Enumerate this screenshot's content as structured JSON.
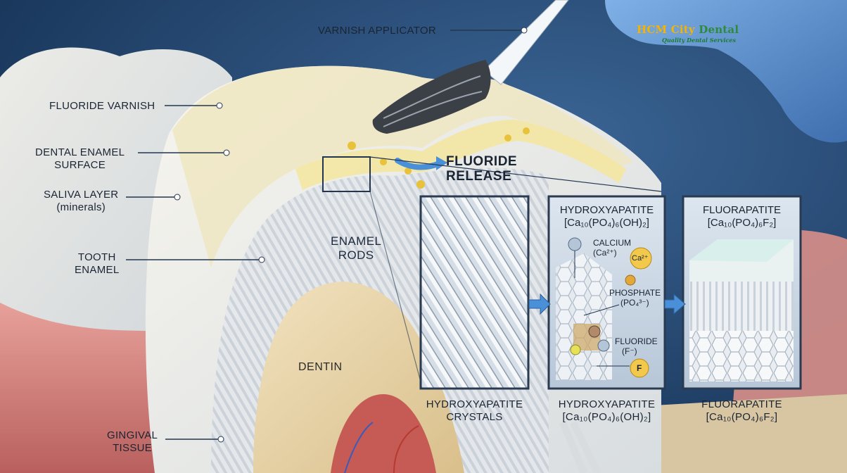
{
  "brand": {
    "name_a": "HCM City",
    "name_b": " Dental",
    "tagline": "Quality Dental Services"
  },
  "labels": {
    "varnish_applicator": "VARNISH APPLICATOR",
    "fluoride_varnish": "FLUORIDE VARNISH",
    "dental_enamel_surface_1": "DENTAL ENAMEL",
    "dental_enamel_surface_2": "SURFACE",
    "saliva_layer_1": "SALIVA LAYER",
    "saliva_layer_2": "(minerals)",
    "tooth_enamel_1": "TOOTH",
    "tooth_enamel_2": "ENAMEL",
    "gingival_1": "GINGIVAL",
    "gingival_2": "TISSUE",
    "fluoride_release_1": "FLUORIDE",
    "fluoride_release_2": "RELEASE",
    "enamel_rods_1": "ENAMEL",
    "enamel_rods_2": "RODS",
    "dentin": "DENTIN"
  },
  "panels": {
    "hydroxy_title": "HYDROXYAPATITE",
    "hydroxy_formula": "[Ca₁₀(PO₄)₆(OH)₂]",
    "fluor_title": "FLUORAPATITE",
    "fluor_formula": "[Ca₁₀(PO₄)₆F₂]",
    "calcium_1": "CALCIUM",
    "calcium_2": "(Ca²⁺)",
    "ca_badge": "Ca²⁺",
    "phosphate_1": "PHOSPHATE",
    "phosphate_2": "(PO₄³⁻)",
    "fluoride_1": "FLUORIDE",
    "fluoride_2": "(F⁻)",
    "f_badge": "F"
  },
  "captions": {
    "crystals_1": "HYDROXYAPATITE",
    "crystals_2": "CRYSTALS",
    "hydroxy_1": "HYDROXYAPATITE",
    "hydroxy_2": "[Ca₁₀(PO₄)₆(OH)₂]",
    "fluor_1": "FLUORAPATITE",
    "fluor_2": "[Ca₁₀(PO₄)₆F₂]"
  },
  "colors": {
    "background": "#1d3b63",
    "enamel": "#eef0ee",
    "varnish": "#e9dfae",
    "gum": "#d98a86",
    "dentin": "#e8d3a8",
    "glove": "#5b8fcf",
    "brand_gold": "#f4b400",
    "brand_green": "#2e8b3a"
  }
}
